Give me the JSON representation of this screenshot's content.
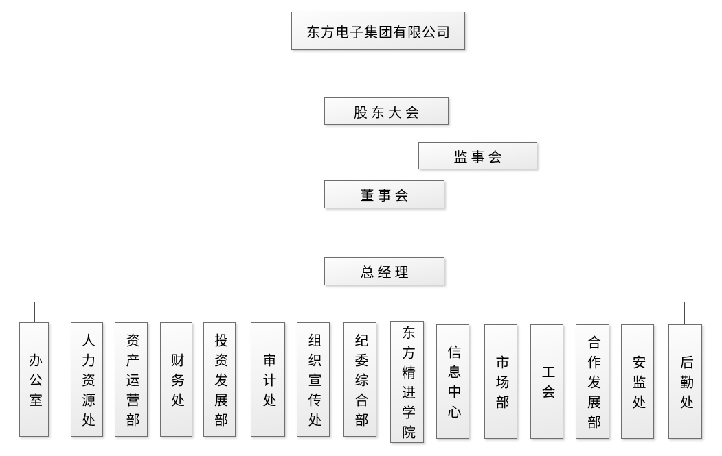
{
  "org_chart": {
    "company": "东方电子集团有限公司",
    "shareholders_meeting": "股东大会",
    "supervisory_board": "监事会",
    "board_of_directors": "董事会",
    "general_manager": "总经理",
    "departments": [
      "办公室",
      "人力资源处",
      "资产运营部",
      "财务处",
      "投资发展部",
      "审计处",
      "组织宣传处",
      "纪委综合部",
      "东方精进学院",
      "信息中心",
      "市场部",
      "工会",
      "合作发展部",
      "安监处",
      "后勤处"
    ],
    "colors": {
      "box_border": "#6f6f6f",
      "line": "#4a4a4a",
      "fill_top": "#fdfdfd",
      "fill_bottom": "#e9e9e9",
      "text": "#000000"
    }
  }
}
